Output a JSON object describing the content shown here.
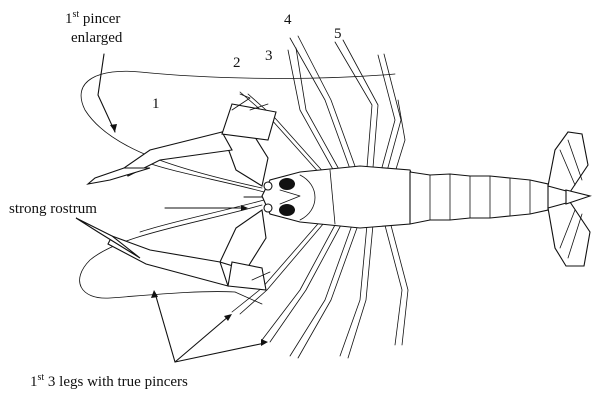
{
  "labels": {
    "pincer_sup": "st",
    "pincer_line1": "1",
    "pincer_line1_rest": " pincer",
    "pincer_line2": "enlarged",
    "rostrum": "strong rostrum",
    "legs_num": "1",
    "legs_sup": "st",
    "legs_rest": " 3 legs with true pincers",
    "leg1": "1",
    "leg2": "2",
    "leg3": "3",
    "leg4": "4",
    "leg5": "5"
  }
}
